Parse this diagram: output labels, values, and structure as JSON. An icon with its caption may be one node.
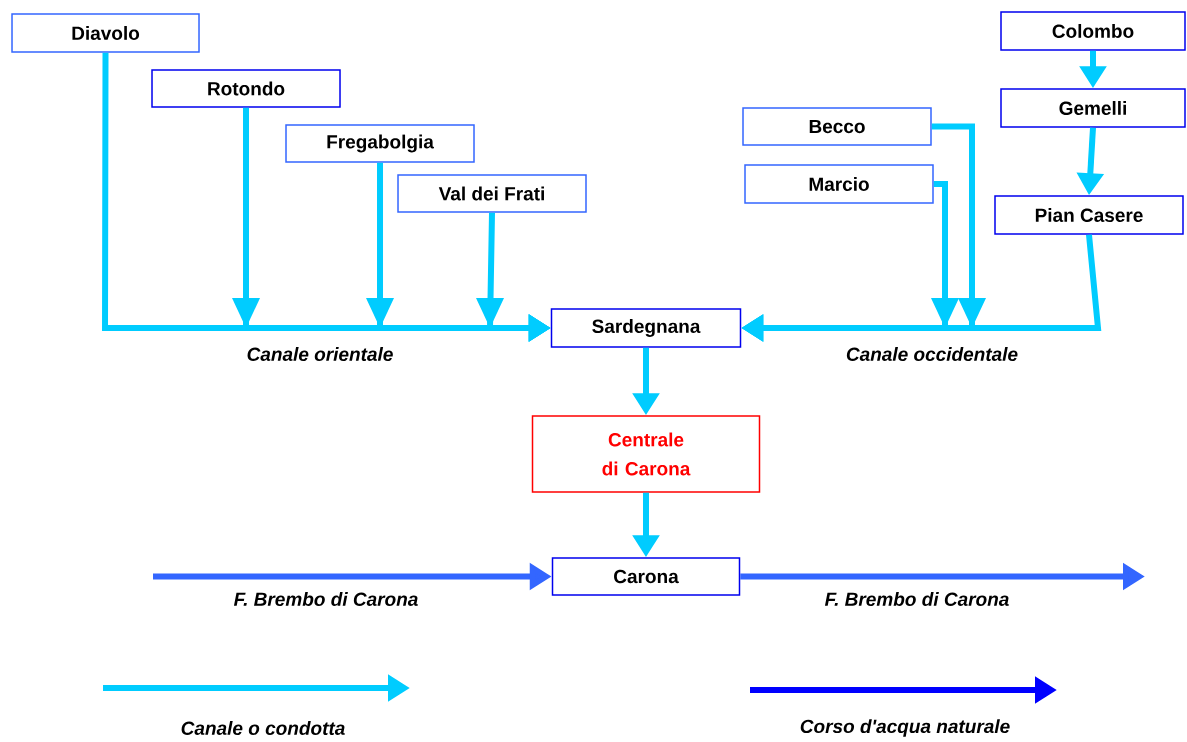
{
  "diagram": {
    "nodes": [
      {
        "text": [
          "Diavolo"
        ]
      },
      {
        "text": [
          "Rotondo"
        ]
      },
      {
        "text": [
          "Fregabolgia"
        ]
      },
      {
        "text": [
          "Val dei Frati"
        ]
      },
      {
        "text": [
          "Sardegnana"
        ]
      },
      {
        "text": [
          "Becco"
        ]
      },
      {
        "text": [
          "Marcio"
        ]
      },
      {
        "text": [
          "Colombo"
        ]
      },
      {
        "text": [
          "Gemelli"
        ]
      },
      {
        "text": [
          "Pian Casere"
        ]
      },
      {
        "text": [
          "Centrale di Carona"
        ]
      },
      {
        "text": [
          "Carona"
        ]
      }
    ],
    "edges": [
      {
        "from": 0,
        "to": 4,
        "arrow": "to",
        "label": "Canale orientale"
      },
      {
        "from": 1,
        "to": 4,
        "arrow": "to"
      },
      {
        "from": 2,
        "to": 4,
        "arrow": "to"
      },
      {
        "from": 3,
        "to": 4,
        "arrow": "to"
      },
      {
        "from": 5,
        "to": 4,
        "arrow": "to"
      },
      {
        "from": 6,
        "to": 4,
        "arrow": "to"
      },
      {
        "from": 9,
        "to": 4,
        "arrow": "to",
        "label": "Canale occidentale"
      },
      {
        "from": 7,
        "to": 8,
        "arrow": "to"
      },
      {
        "from": 8,
        "to": 9,
        "arrow": "to"
      },
      {
        "from": 4,
        "to": 10,
        "arrow": "to"
      },
      {
        "from": 10,
        "to": 11,
        "arrow": "to"
      },
      {
        "from": null,
        "to": 11,
        "arrow": "to",
        "label": "F. Brembo di Carona",
        "color": "#3366ff"
      },
      {
        "from": 11,
        "to": null,
        "arrow": "to",
        "label": "F. Brembo di Carona",
        "color": "#3366ff"
      }
    ],
    "legend": [
      {
        "text": "Canale o condotta"
      },
      {
        "text": "Corso d'acqua naturale"
      }
    ]
  }
}
